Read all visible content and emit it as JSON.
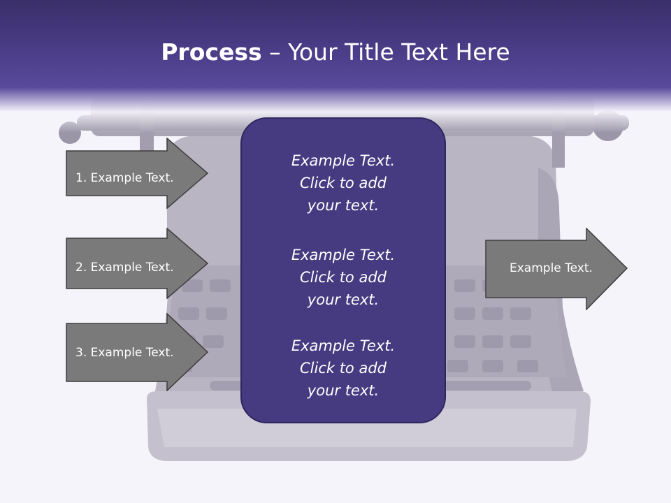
{
  "title": {
    "bold": "Process",
    "rest": " – Your Title Text Here"
  },
  "left_arrows": [
    {
      "label": "1. Example Text."
    },
    {
      "label": "2. Example Text."
    },
    {
      "label": "3. Example Text."
    }
  ],
  "center_blocks": [
    {
      "line1": "Example Text.",
      "line2": "Click  to add",
      "line3": "your text."
    },
    {
      "line1": "Example Text.",
      "line2": "Click  to add",
      "line3": "your text."
    },
    {
      "line1": "Example Text.",
      "line2": "Click  to add",
      "line3": "your text."
    }
  ],
  "right_arrow": {
    "label": "Example Text."
  },
  "colors": {
    "header": "#4a3c86",
    "center_box": "#463a80",
    "arrow_fill": "#7a7a7a"
  },
  "background_image": "typewriter"
}
